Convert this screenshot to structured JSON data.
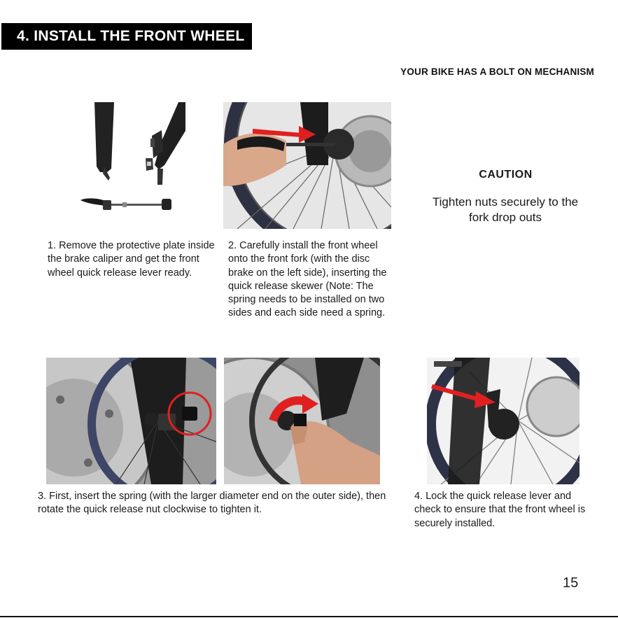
{
  "section": {
    "title": "4. INSTALL THE FRONT WHEEL",
    "subtitle": "YOUR BIKE HAS A BOLT ON MECHANISM"
  },
  "caution": {
    "title": "CAUTION",
    "text": "Tighten nuts securely to the fork drop outs"
  },
  "steps": [
    {
      "text": "1. Remove the protective plate inside the brake caliper and get the front wheel quick release lever ready."
    },
    {
      "text": "2. Carefully install the front wheel onto the front fork (with the disc brake on the left side), inserting the quick release skewer (Note: The spring needs to be installed on two sides and each side need a spring."
    },
    {
      "text": "3. First, insert the spring (with the larger diameter end on the outer side), then rotate the quick release nut clockwise to tighten it."
    },
    {
      "text": "4. Lock the quick release lever and check to ensure that the front wheel is securely installed."
    }
  ],
  "page_number": "15",
  "colors": {
    "title_bg": "#000000",
    "title_text": "#ffffff",
    "accent_red": "#e02020",
    "text": "#1a1a1a"
  }
}
